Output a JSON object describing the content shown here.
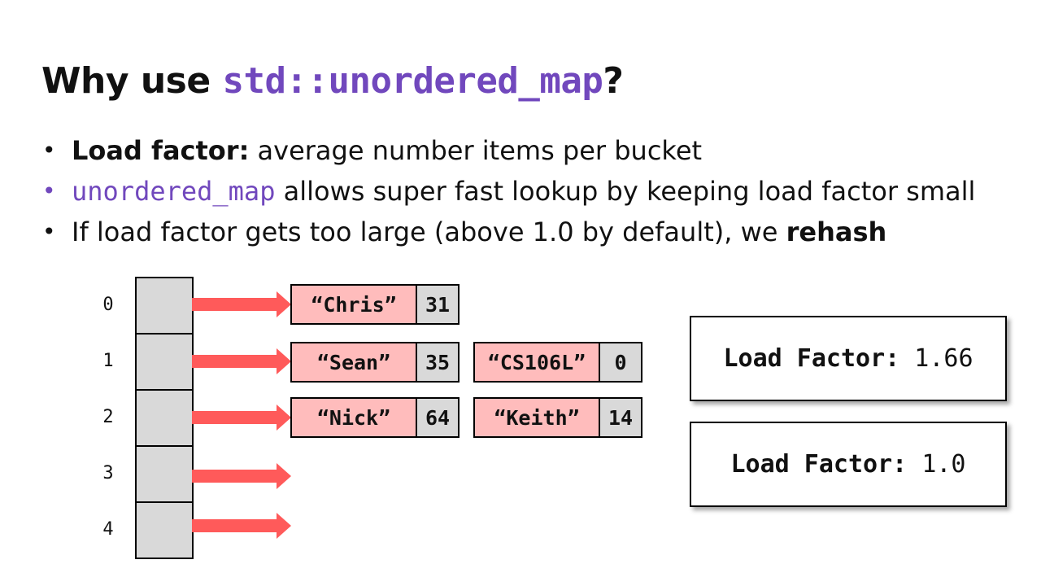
{
  "title": {
    "prefix": "Why use ",
    "code": "std::unordered_map",
    "suffix": "?"
  },
  "bullets": [
    {
      "bold": "Load factor:",
      "text": " average number items per bucket"
    },
    {
      "code": "unordered_map",
      "text": " allows super fast lookup by keeping load factor small"
    },
    {
      "text": "If load factor gets too large (above 1.0 by default), we ",
      "bold": "rehash"
    }
  ],
  "buckets": [
    "0",
    "1",
    "2",
    "3",
    "4"
  ],
  "nodes": [
    {
      "key": "“Chris”",
      "value": "31"
    },
    {
      "key": "“Sean”",
      "value": "35"
    },
    {
      "key": "“CS106L”",
      "value": "0"
    },
    {
      "key": "“Nick”",
      "value": "64"
    },
    {
      "key": "“Keith”",
      "value": "14"
    }
  ],
  "load_factor_boxes": [
    {
      "label": "Load Factor:",
      "value": "1.66"
    },
    {
      "label": "Load Factor:",
      "value": "1.0"
    }
  ],
  "colors": {
    "accent": "#7148bd",
    "arrow": "#ff5a5a",
    "key_fill": "#ffbcbc",
    "cell_fill": "#d9d9d9"
  }
}
